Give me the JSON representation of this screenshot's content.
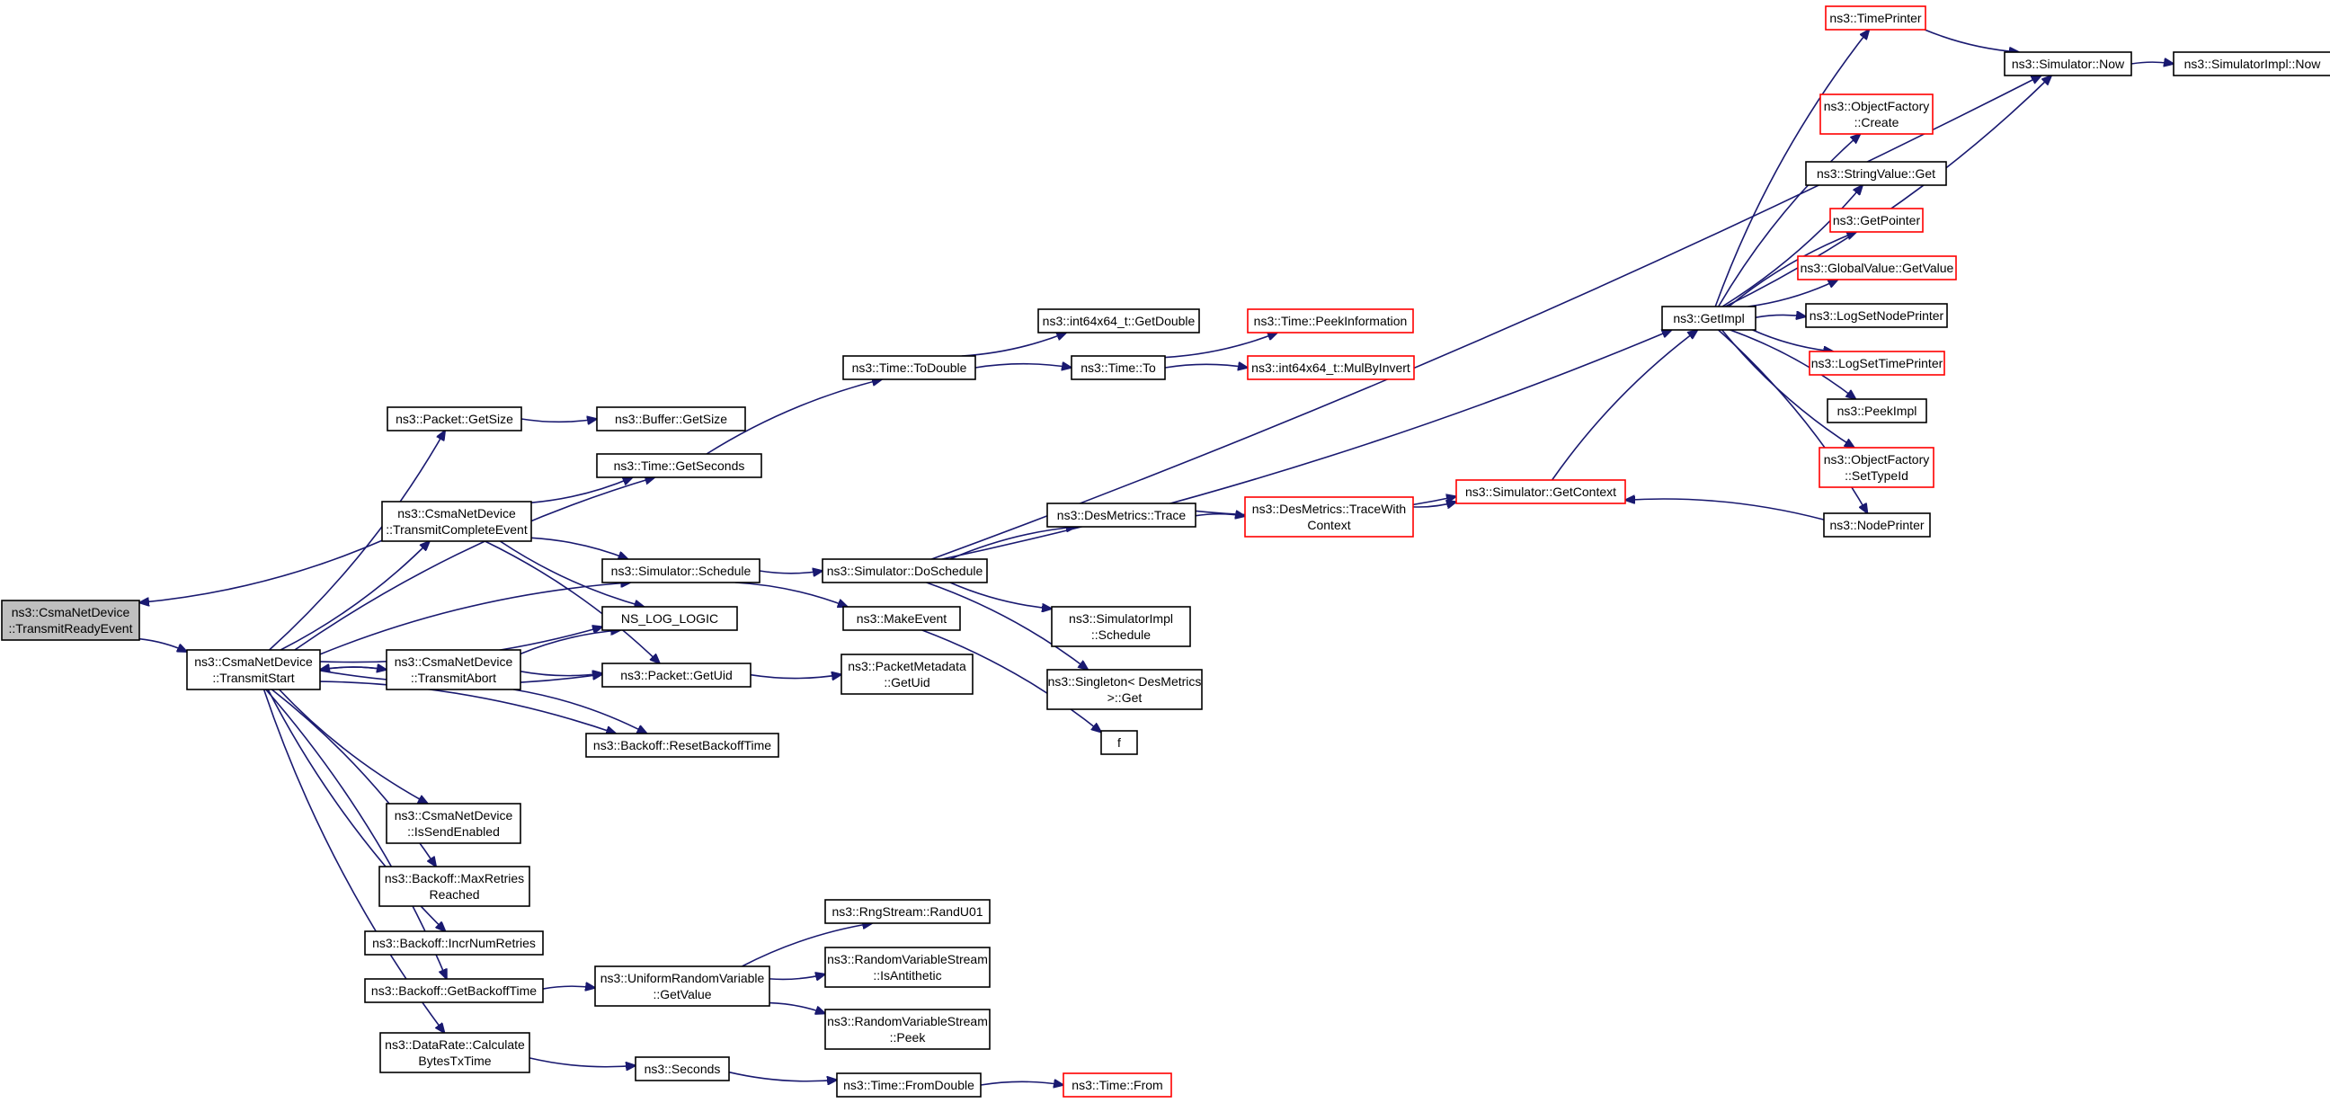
{
  "graph": {
    "edge_color": "#191970",
    "truncated_border_color": "#ff0000",
    "current_fill_color": "#bfbfbf",
    "nodes": [
      {
        "id": "n0",
        "lines": [
          "ns3::CsmaNetDevice",
          "::TransmitReadyEvent"
        ],
        "style": "current"
      },
      {
        "id": "n1",
        "lines": [
          "ns3::CsmaNetDevice",
          "::TransmitStart"
        ],
        "style": "normal"
      },
      {
        "id": "n2",
        "lines": [
          "ns3::Packet::GetSize"
        ],
        "style": "normal"
      },
      {
        "id": "n3",
        "lines": [
          "ns3::CsmaNetDevice",
          "::TransmitCompleteEvent"
        ],
        "style": "normal"
      },
      {
        "id": "n4",
        "lines": [
          "ns3::CsmaNetDevice",
          "::TransmitAbort"
        ],
        "style": "normal"
      },
      {
        "id": "n5",
        "lines": [
          "ns3::CsmaNetDevice",
          "::IsSendEnabled"
        ],
        "style": "normal"
      },
      {
        "id": "n6",
        "lines": [
          "ns3::Backoff::MaxRetries",
          "Reached"
        ],
        "style": "normal"
      },
      {
        "id": "n7",
        "lines": [
          "ns3::Backoff::IncrNumRetries"
        ],
        "style": "normal"
      },
      {
        "id": "n8",
        "lines": [
          "ns3::Backoff::GetBackoffTime"
        ],
        "style": "normal"
      },
      {
        "id": "n9",
        "lines": [
          "ns3::DataRate::Calculate",
          "BytesTxTime"
        ],
        "style": "normal"
      },
      {
        "id": "n10",
        "lines": [
          "ns3::Buffer::GetSize"
        ],
        "style": "normal"
      },
      {
        "id": "n11",
        "lines": [
          "ns3::Time::GetSeconds"
        ],
        "style": "normal"
      },
      {
        "id": "n12",
        "lines": [
          "ns3::Simulator::Schedule"
        ],
        "style": "normal"
      },
      {
        "id": "n13",
        "lines": [
          "NS_LOG_LOGIC"
        ],
        "style": "normal"
      },
      {
        "id": "n14",
        "lines": [
          "ns3::Packet::GetUid"
        ],
        "style": "normal"
      },
      {
        "id": "n15",
        "lines": [
          "ns3::Backoff::ResetBackoffTime"
        ],
        "style": "normal"
      },
      {
        "id": "n16",
        "lines": [
          "ns3::UniformRandomVariable",
          "::GetValue"
        ],
        "style": "normal"
      },
      {
        "id": "n17",
        "lines": [
          "ns3::Seconds"
        ],
        "style": "normal"
      },
      {
        "id": "n18",
        "lines": [
          "ns3::Time::ToDouble"
        ],
        "style": "normal"
      },
      {
        "id": "n19",
        "lines": [
          "ns3::Simulator::DoSchedule"
        ],
        "style": "normal"
      },
      {
        "id": "n20",
        "lines": [
          "ns3::MakeEvent"
        ],
        "style": "normal"
      },
      {
        "id": "n21",
        "lines": [
          "ns3::PacketMetadata",
          "::GetUid"
        ],
        "style": "normal"
      },
      {
        "id": "n22",
        "lines": [
          "ns3::RngStream::RandU01"
        ],
        "style": "normal"
      },
      {
        "id": "n23",
        "lines": [
          "ns3::RandomVariableStream",
          "::IsAntithetic"
        ],
        "style": "normal"
      },
      {
        "id": "n24",
        "lines": [
          "ns3::RandomVariableStream",
          "::Peek"
        ],
        "style": "normal"
      },
      {
        "id": "n25",
        "lines": [
          "ns3::Time::FromDouble"
        ],
        "style": "normal"
      },
      {
        "id": "n26",
        "lines": [
          "ns3::int64x64_t::GetDouble"
        ],
        "style": "normal"
      },
      {
        "id": "n27",
        "lines": [
          "ns3::Time::To"
        ],
        "style": "normal"
      },
      {
        "id": "n28",
        "lines": [
          "ns3::DesMetrics::Trace"
        ],
        "style": "normal"
      },
      {
        "id": "n29",
        "lines": [
          "ns3::SimulatorImpl",
          "::Schedule"
        ],
        "style": "normal"
      },
      {
        "id": "n30",
        "lines": [
          "ns3::Singleton< DesMetrics",
          " >::Get"
        ],
        "style": "normal"
      },
      {
        "id": "n31",
        "lines": [
          "f"
        ],
        "style": "normal"
      },
      {
        "id": "n32",
        "lines": [
          "ns3::Time::From"
        ],
        "style": "truncated"
      },
      {
        "id": "n33",
        "lines": [
          "ns3::Time::PeekInformation"
        ],
        "style": "truncated"
      },
      {
        "id": "n34",
        "lines": [
          "ns3::int64x64_t::MulByInvert"
        ],
        "style": "truncated"
      },
      {
        "id": "n35",
        "lines": [
          "ns3::DesMetrics::TraceWith",
          "Context"
        ],
        "style": "truncated"
      },
      {
        "id": "n36",
        "lines": [
          "ns3::Simulator::GetContext"
        ],
        "style": "truncated"
      },
      {
        "id": "n37",
        "lines": [
          "ns3::GetImpl"
        ],
        "style": "normal"
      },
      {
        "id": "n38",
        "lines": [
          "ns3::TimePrinter"
        ],
        "style": "truncated"
      },
      {
        "id": "n39",
        "lines": [
          "ns3::ObjectFactory",
          "::Create"
        ],
        "style": "truncated"
      },
      {
        "id": "n40",
        "lines": [
          "ns3::StringValue::Get"
        ],
        "style": "normal"
      },
      {
        "id": "n41",
        "lines": [
          "ns3::GetPointer"
        ],
        "style": "truncated"
      },
      {
        "id": "n42",
        "lines": [
          "ns3::GlobalValue::GetValue"
        ],
        "style": "truncated"
      },
      {
        "id": "n43",
        "lines": [
          "ns3::LogSetNodePrinter"
        ],
        "style": "normal"
      },
      {
        "id": "n44",
        "lines": [
          "ns3::LogSetTimePrinter"
        ],
        "style": "truncated"
      },
      {
        "id": "n45",
        "lines": [
          "ns3::PeekImpl"
        ],
        "style": "normal"
      },
      {
        "id": "n46",
        "lines": [
          "ns3::ObjectFactory",
          "::SetTypeId"
        ],
        "style": "truncated"
      },
      {
        "id": "n47",
        "lines": [
          "ns3::NodePrinter"
        ],
        "style": "normal"
      },
      {
        "id": "n48",
        "lines": [
          "ns3::Simulator::Now"
        ],
        "style": "normal"
      },
      {
        "id": "n49",
        "lines": [
          "ns3::SimulatorImpl::Now"
        ],
        "style": "normal"
      }
    ],
    "edges": [
      [
        "n0",
        "n1"
      ],
      [
        "n1",
        "n2"
      ],
      [
        "n1",
        "n11"
      ],
      [
        "n1",
        "n3"
      ],
      [
        "n1",
        "n12"
      ],
      [
        "n1",
        "n13"
      ],
      [
        "n1",
        "n4"
      ],
      [
        "n1",
        "n14"
      ],
      [
        "n1",
        "n15"
      ],
      [
        "n1",
        "n5"
      ],
      [
        "n1",
        "n6"
      ],
      [
        "n1",
        "n7"
      ],
      [
        "n1",
        "n8"
      ],
      [
        "n1",
        "n9"
      ],
      [
        "n3",
        "n0"
      ],
      [
        "n3",
        "n11"
      ],
      [
        "n3",
        "n12"
      ],
      [
        "n3",
        "n13"
      ],
      [
        "n3",
        "n14"
      ],
      [
        "n4",
        "n1"
      ],
      [
        "n4",
        "n13"
      ],
      [
        "n4",
        "n14"
      ],
      [
        "n4",
        "n15"
      ],
      [
        "n2",
        "n10"
      ],
      [
        "n11",
        "n18"
      ],
      [
        "n12",
        "n19"
      ],
      [
        "n12",
        "n20"
      ],
      [
        "n14",
        "n21"
      ],
      [
        "n8",
        "n16"
      ],
      [
        "n9",
        "n17"
      ],
      [
        "n16",
        "n22"
      ],
      [
        "n16",
        "n23"
      ],
      [
        "n16",
        "n24"
      ],
      [
        "n17",
        "n25"
      ],
      [
        "n25",
        "n32"
      ],
      [
        "n18",
        "n26"
      ],
      [
        "n18",
        "n27"
      ],
      [
        "n27",
        "n33"
      ],
      [
        "n27",
        "n34"
      ],
      [
        "n19",
        "n37"
      ],
      [
        "n19",
        "n28"
      ],
      [
        "n19",
        "n29"
      ],
      [
        "n19",
        "n30"
      ],
      [
        "n19",
        "n48"
      ],
      [
        "n20",
        "n31"
      ],
      [
        "n28",
        "n36"
      ],
      [
        "n28",
        "n35"
      ],
      [
        "n35",
        "n36"
      ],
      [
        "n36",
        "n37"
      ],
      [
        "n47",
        "n36"
      ],
      [
        "n37",
        "n38"
      ],
      [
        "n37",
        "n48"
      ],
      [
        "n37",
        "n39"
      ],
      [
        "n37",
        "n40"
      ],
      [
        "n37",
        "n41"
      ],
      [
        "n37",
        "n42"
      ],
      [
        "n37",
        "n43"
      ],
      [
        "n37",
        "n44"
      ],
      [
        "n37",
        "n45"
      ],
      [
        "n37",
        "n46"
      ],
      [
        "n37",
        "n47"
      ],
      [
        "n38",
        "n48"
      ],
      [
        "n48",
        "n49"
      ]
    ]
  }
}
